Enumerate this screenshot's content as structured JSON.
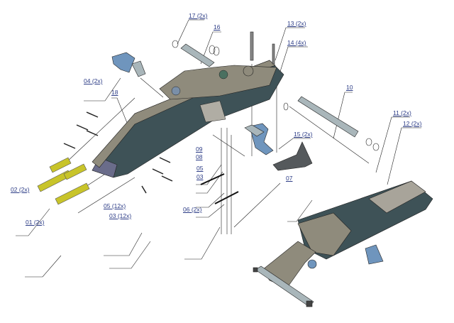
{
  "colors": {
    "label": "#2c3c86",
    "body": "#3e5257",
    "frame": "#8f8b7c",
    "blue_part": "#6f95bd",
    "yellow_part": "#c8c42a",
    "leader": "#222222"
  },
  "callouts": [
    {
      "id": "17",
      "text": "17 (2x)"
    },
    {
      "id": "16",
      "text": "16"
    },
    {
      "id": "13",
      "text": "13 (2x)"
    },
    {
      "id": "14",
      "text": "14 (4x)"
    },
    {
      "id": "04",
      "text": "04 (2x)"
    },
    {
      "id": "18",
      "text": "18"
    },
    {
      "id": "10",
      "text": "10"
    },
    {
      "id": "11",
      "text": "11 (2x)"
    },
    {
      "id": "12",
      "text": "12 (2x)"
    },
    {
      "id": "15",
      "text": "15 (2x)"
    },
    {
      "id": "09",
      "text": "09"
    },
    {
      "id": "08",
      "text": "08"
    },
    {
      "id": "05",
      "text": "05"
    },
    {
      "id": "03",
      "text": "03"
    },
    {
      "id": "07",
      "text": "07"
    },
    {
      "id": "02",
      "text": "02 (2x)"
    },
    {
      "id": "05b",
      "text": "05 (12x)"
    },
    {
      "id": "03b",
      "text": "03 (12x)"
    },
    {
      "id": "01",
      "text": "01 (2x)"
    },
    {
      "id": "06",
      "text": "06 (2x)"
    }
  ]
}
